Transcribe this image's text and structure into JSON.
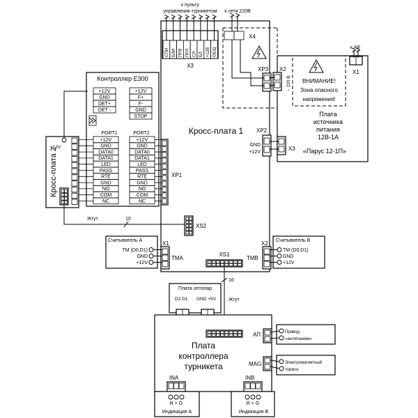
{
  "top": {
    "turnstile_panel": "к пульту",
    "turnstile_panel2": "управления турникетом",
    "mains": "к сети 220В",
    "ab": "к АБ"
  },
  "cross_plate_1": {
    "title": "Кросс-плата 1",
    "x3": "X3",
    "x3_pins": [
      "СПИ",
      "БЛИ",
      "ПРВ",
      "ПРЛ",
      "СЛ",
      "БЛ",
      "+12В",
      "ОБЩ"
    ],
    "xp1": "XP1",
    "xp2": "XP2",
    "xp3": "XP3",
    "x4": "X4",
    "x1": "X1",
    "x2": "X2",
    "xs1": "XS1",
    "xs2": "XS2",
    "tma": "TMA",
    "tmb": "TMB",
    "gnd": "GND",
    "p12v": "+12V"
  },
  "controller": {
    "title": "Контроллер E300",
    "left_top": [
      "+12V",
      "GND",
      "DET+",
      "DET -"
    ],
    "right_top": [
      "+12V",
      "F+",
      "F-",
      "GND",
      "STOP"
    ],
    "port1": "PORT1",
    "port2": "PORT2",
    "pins": [
      "+12V",
      "GND",
      "DATA0",
      "DATA1",
      "LED",
      "PASS",
      "RTE",
      "GND",
      "NO",
      "COM",
      "NC"
    ]
  },
  "cross_plate_2": {
    "title": "Кросс-плата 2",
    "p12v": "+12V"
  },
  "harness": {
    "label": "Жгут",
    "count_10": "10",
    "count_16": "16"
  },
  "reader_a": {
    "title": "Считыватель А",
    "lines": [
      "TM (D0,D1)",
      "GND",
      "+12V"
    ]
  },
  "reader_b": {
    "title": "Считыватель В",
    "lines": [
      "TM (D0,D1)",
      "GND",
      "+12V"
    ]
  },
  "psu": {
    "x2": "X2",
    "x1": "X1",
    "x3": "X3",
    "v220": "~ 220 В",
    "warning1": "ВНИМАНИЕ!",
    "warning2": "Зона опасного",
    "warning3": "напряжения!",
    "title1": "Плата",
    "title2": "источника",
    "title3": "питания",
    "title4": "12В-1А",
    "title5": "«Парус 12-1П»",
    "gnd": "GND",
    "p12v": "+12V"
  },
  "optocoupler": {
    "title": "Плата оптопар",
    "d2d1": "D2 D1",
    "gnd5v": "GND +5V"
  },
  "turnstile_controller": {
    "title1": "Плата",
    "title2": "контроллера",
    "title3": "турникета",
    "ap": "АП",
    "mag": "MAG",
    "ina": "INA",
    "inb": "INB",
    "rg": "R + G"
  },
  "antipanic": {
    "line1": "Привод",
    "line2": "«антипаники»"
  },
  "magnet": {
    "line1": "Электромагнитный",
    "line2": "тормоз"
  },
  "indication_a": "Индикация А",
  "indication_b": "Индикация В"
}
